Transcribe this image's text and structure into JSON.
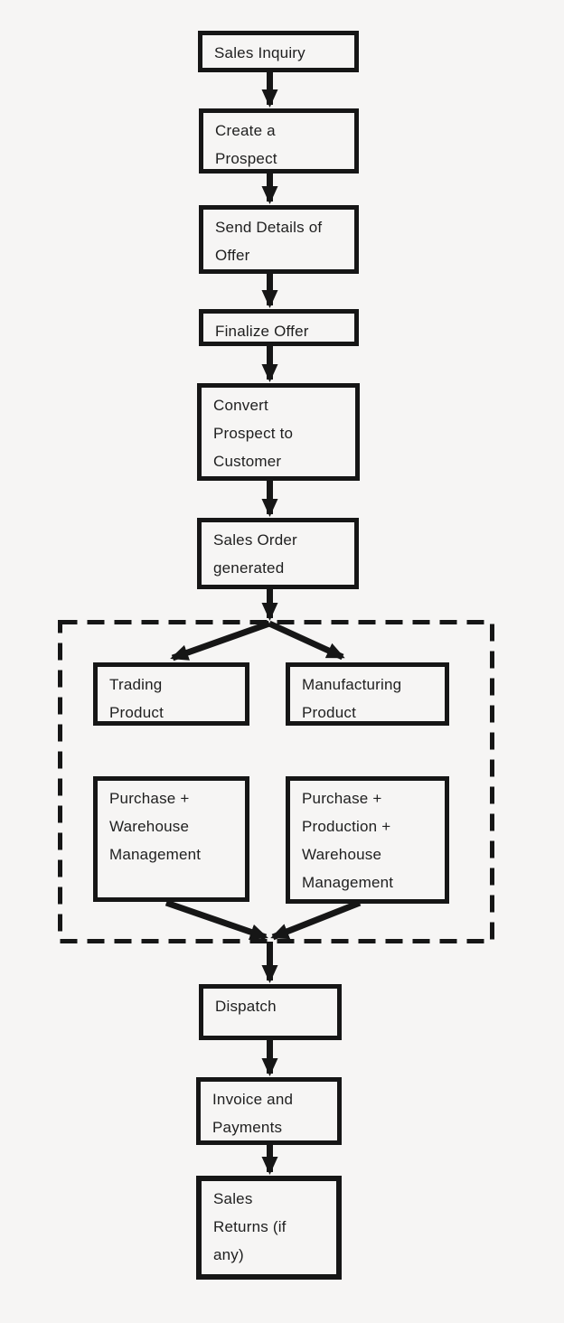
{
  "flowchart": {
    "nodes": {
      "sales_inquiry": "Sales Inquiry",
      "create_prospect": "Create a\nProspect",
      "send_details_of_offer": "Send Details of\nOffer",
      "finalize_offer": "Finalize Offer",
      "convert_prospect_to_customer": "Convert\nProspect to\nCustomer",
      "sales_order_generated": "Sales Order\ngenerated",
      "trading_product": "Trading\nProduct",
      "manufacturing_product": "Manufacturing\nProduct",
      "purchase_warehouse": "Purchase +\nWarehouse\nManagement",
      "purchase_production_warehouse": "Purchase +\nProduction +\nWarehouse\nManagement",
      "dispatch": "Dispatch",
      "invoice_and_payments": "Invoice and\nPayments",
      "sales_returns": "Sales\nReturns (if\nany)"
    },
    "edges": [
      {
        "from": "sales_inquiry",
        "to": "create_prospect"
      },
      {
        "from": "create_prospect",
        "to": "send_details_of_offer"
      },
      {
        "from": "send_details_of_offer",
        "to": "finalize_offer"
      },
      {
        "from": "finalize_offer",
        "to": "convert_prospect_to_customer"
      },
      {
        "from": "convert_prospect_to_customer",
        "to": "sales_order_generated"
      },
      {
        "from": "sales_order_generated",
        "to": "trading_product"
      },
      {
        "from": "sales_order_generated",
        "to": "manufacturing_product"
      },
      {
        "from": "trading_product",
        "to": "purchase_warehouse"
      },
      {
        "from": "manufacturing_product",
        "to": "purchase_production_warehouse"
      },
      {
        "from": "purchase_warehouse",
        "to": "dispatch"
      },
      {
        "from": "purchase_production_warehouse",
        "to": "dispatch"
      },
      {
        "from": "dispatch",
        "to": "invoice_and_payments"
      },
      {
        "from": "invoice_and_payments",
        "to": "sales_returns"
      }
    ],
    "colors": {
      "background": "#f6f5f4",
      "stroke": "#161616",
      "text": "#1f1f1f"
    }
  }
}
